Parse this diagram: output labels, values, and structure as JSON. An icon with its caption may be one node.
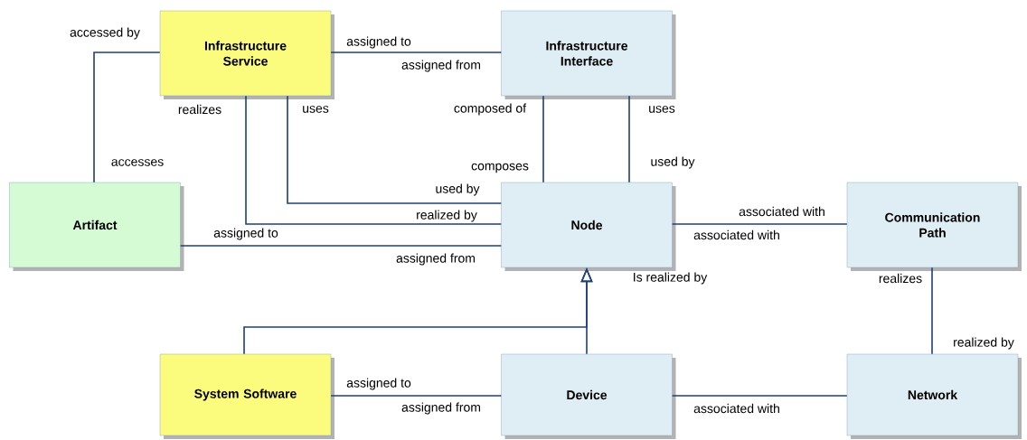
{
  "diagram": {
    "nodes": [
      {
        "text": [
          "Infrastructure Service"
        ]
      },
      {
        "text": [
          "Infrastructure Interface"
        ]
      },
      {
        "text": [
          "Artifact"
        ]
      },
      {
        "text": [
          "Node"
        ]
      },
      {
        "text": [
          "Communication Path"
        ]
      },
      {
        "text": [
          "System Software"
        ]
      },
      {
        "text": [
          "Device"
        ]
      },
      {
        "text": [
          "Network"
        ]
      }
    ],
    "edges": [
      {
        "from": 2,
        "to": 0,
        "arrow": "none"
      },
      {
        "from": 0,
        "to": 1,
        "arrow": "none"
      },
      {
        "from": 0,
        "to": 3,
        "arrow": "none"
      },
      {
        "from": 0,
        "to": 3,
        "arrow": "none"
      },
      {
        "from": 1,
        "to": 3,
        "arrow": "none"
      },
      {
        "from": 1,
        "to": 3,
        "arrow": "none"
      },
      {
        "from": 2,
        "to": 3,
        "arrow": "none"
      },
      {
        "from": 3,
        "to": 4,
        "arrow": "none"
      },
      {
        "from": 6,
        "to": 3,
        "arrow": "to"
      },
      {
        "from": 5,
        "to": 3,
        "arrow": "to"
      },
      {
        "from": 5,
        "to": 6,
        "arrow": "none"
      },
      {
        "from": 6,
        "to": 7,
        "arrow": "none"
      },
      {
        "from": 4,
        "to": 7,
        "arrow": "none"
      }
    ],
    "labels": [
      "accessed by",
      "assigned to",
      "assigned from",
      "realizes",
      "uses",
      "composed of",
      "uses",
      "accesses",
      "composes",
      "used by",
      "used by",
      "realized by",
      "associated with",
      "assigned to",
      "associated with",
      "assigned from",
      "Is realized by",
      "realizes",
      "realized by",
      "assigned to",
      "assigned from",
      "associated with"
    ]
  }
}
